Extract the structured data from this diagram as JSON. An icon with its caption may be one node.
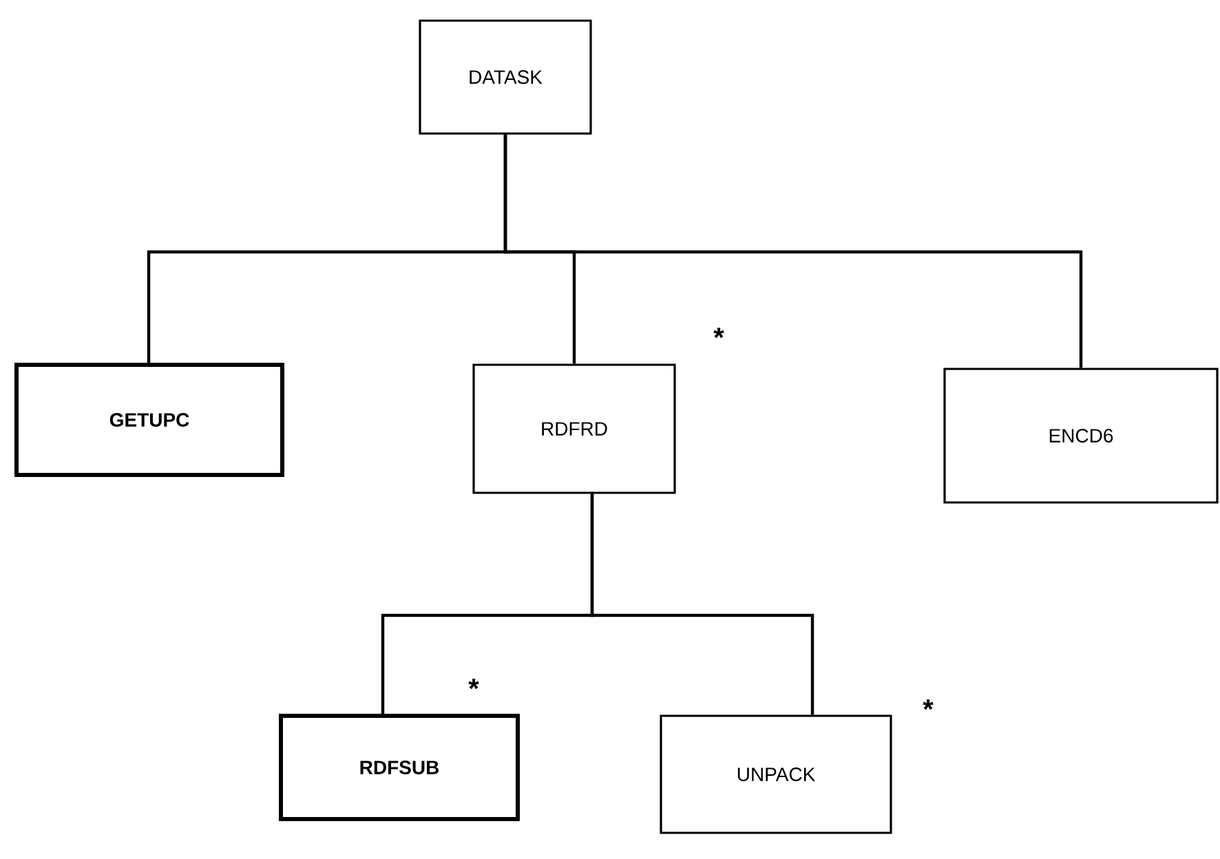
{
  "diagram": {
    "nodes": [
      {
        "text": [
          "DATASK"
        ]
      },
      {
        "text": [
          "GETUPC"
        ]
      },
      {
        "text": [
          "RDFRD"
        ],
        "beside": [
          "*"
        ]
      },
      {
        "text": [
          "ENCD6"
        ]
      },
      {
        "text": [
          "RDFSUB"
        ],
        "beside": [
          "*"
        ]
      },
      {
        "text": [
          "UNPACK"
        ],
        "beside": [
          "*"
        ]
      }
    ],
    "edges": [
      {
        "from": 0,
        "to": 1,
        "arrow": "none"
      },
      {
        "from": 0,
        "to": 2,
        "arrow": "none"
      },
      {
        "from": 0,
        "to": 3,
        "arrow": "none"
      },
      {
        "from": 2,
        "to": 4,
        "arrow": "none"
      },
      {
        "from": 2,
        "to": 5,
        "arrow": "none"
      }
    ]
  }
}
